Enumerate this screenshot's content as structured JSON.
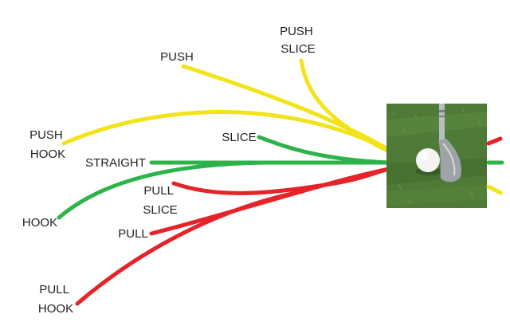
{
  "colors": {
    "yellow": "#f2e418",
    "green": "#2db34a",
    "red": "#e52329",
    "label": "#222222"
  },
  "labels": {
    "push_slice": [
      "PUSH",
      "SLICE"
    ],
    "push": "PUSH",
    "push_hook": [
      "PUSH",
      "HOOK"
    ],
    "slice": "SLICE",
    "straight": "STRAIGHT",
    "pull_slice": [
      "PULL",
      "SLICE"
    ],
    "hook": "HOOK",
    "pull": "PULL",
    "pull_hook": [
      "PULL",
      "HOOK"
    ]
  },
  "photo": {
    "description_icon": "golf-club-and-ball-icon"
  }
}
